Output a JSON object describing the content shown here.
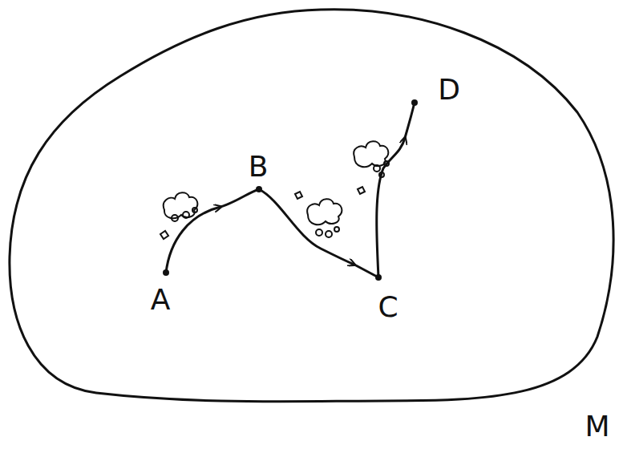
{
  "diagram": {
    "labels": [
      "A",
      "B",
      "C",
      "D",
      "M"
    ]
  }
}
